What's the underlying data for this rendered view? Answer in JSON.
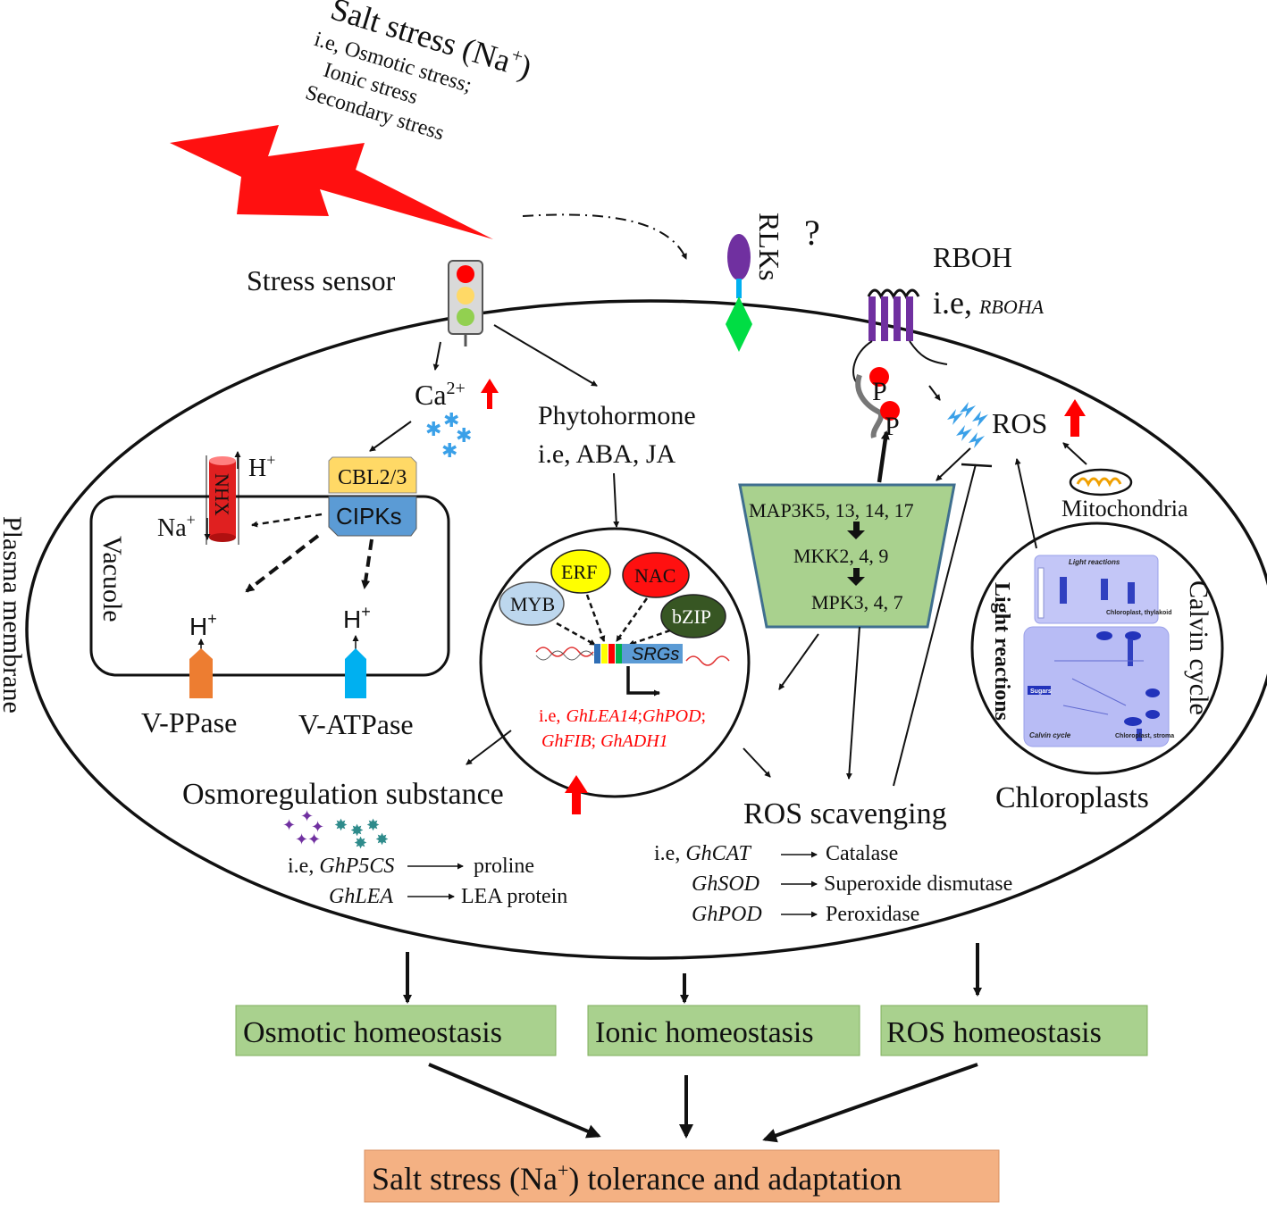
{
  "stress": {
    "title": "Salt stress (Na",
    "title_sup": "+",
    "title_close": ")",
    "line1": "i.e, Osmotic stress;",
    "line2": "Ionic stress",
    "line3": "Secondary stress"
  },
  "sensor": {
    "label": "Stress sensor"
  },
  "rlks": {
    "label": "RLKs",
    "question": "?"
  },
  "rboh": {
    "label": "RBOH",
    "ie": "i.e,",
    "gene": "RBOHA"
  },
  "calcium": {
    "ca": "Ca",
    "ca_sup": "2+"
  },
  "phytohormone": {
    "line1": "Phytohormone",
    "line2": "i.e, ABA, JA"
  },
  "phospho": {
    "p1": "P",
    "p2": "P"
  },
  "ros": {
    "label": "ROS"
  },
  "mitochondria": {
    "label": "Mitochondria"
  },
  "plasma_membrane": {
    "label": "Plasma membrane"
  },
  "vacuole": {
    "label": "Vacuole",
    "nhx": "NHX",
    "h_plus": "H",
    "na_plus": "Na",
    "sup_plus": "+",
    "cbl": "CBL2/3",
    "cipks": "CIPKs",
    "vppase": "V-PPase",
    "vatpase": "V-ATPase"
  },
  "mapk": {
    "line1": "MAP3K5, 13, 14, 17",
    "line2": "MKK2, 4, 9",
    "line3": "MPK3, 4, 7"
  },
  "nucleus": {
    "tfs": [
      "ERF",
      "NAC",
      "MYB",
      "bZIP"
    ],
    "srgs": "SRGs",
    "genes_ie": "i.e,",
    "gene1": "GhLEA14",
    "gene2": "GhPOD",
    "gene3": "GhFIB",
    "gene4": "GhADH1"
  },
  "chloroplast": {
    "light": "Light reactions",
    "calvin": "Calvin cycle",
    "label": "Chloroplasts",
    "inset_title": "Light reactions",
    "inset_calvin": "Calvin cycle",
    "inset_stroma": "Chloroplast, stroma",
    "inset_thylakoid": "Chloroplast, thylakoid",
    "inset_sugars": "Sugars"
  },
  "osmo": {
    "label": "Osmoregulation substance",
    "ie": "i.e,",
    "gene1": "GhP5CS",
    "prod1": "proline",
    "gene2": "GhLEA",
    "prod2": "LEA protein"
  },
  "ros_scav": {
    "label": "ROS scavenging",
    "ie": "i.e,",
    "gene1": "GhCAT",
    "prod1": "Catalase",
    "gene2": "GhSOD",
    "prod2": "Superoxide dismutase",
    "gene3": "GhPOD",
    "prod3": "Peroxidase"
  },
  "homeostasis": [
    "Osmotic homeostasis",
    "Ionic homeostasis",
    "ROS homeostasis"
  ],
  "tolerance": {
    "pre": "Salt stress (Na",
    "sup": "+",
    "post": ") tolerance and adaptation"
  },
  "colors": {
    "lightning": "#ff1010",
    "green_box": "#a9d18e",
    "green_border": "#7fae5c",
    "tolerance_box": "#f4b183",
    "cbl": "#ffd966",
    "cipks": "#5b9bd5",
    "nhx": "#e02020",
    "vppase": "#ed7d31",
    "vatpase": "#00b0f0",
    "mapk": "#a9d18e",
    "rboh": "#7030a0",
    "red_arrow": "#ff0000"
  }
}
